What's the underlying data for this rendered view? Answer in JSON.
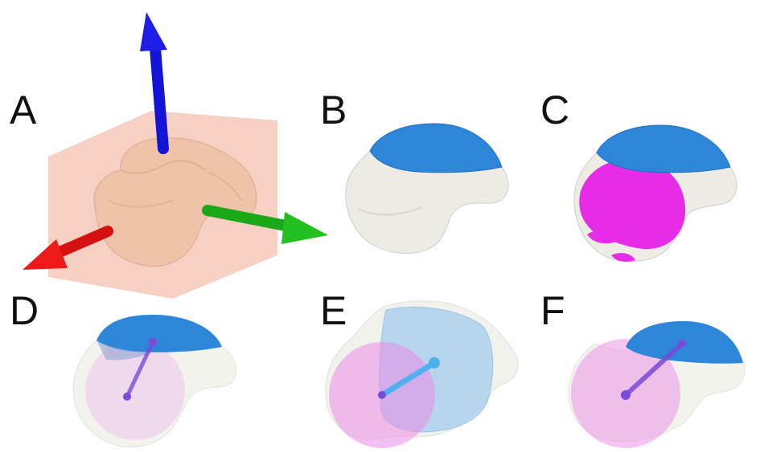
{
  "panels": [
    {
      "id": "A",
      "label": "A"
    },
    {
      "id": "B",
      "label": "B"
    },
    {
      "id": "C",
      "label": "C"
    },
    {
      "id": "D",
      "label": "D"
    },
    {
      "id": "E",
      "label": "E"
    },
    {
      "id": "F",
      "label": "F"
    }
  ],
  "colors": {
    "bone_peach": "#efc3aa",
    "bone_white": "#ecece4",
    "articular_blue": "#2e86d8",
    "sphere_magenta": "#e62ce6",
    "sphere_pink": "#e98ce8",
    "axis_red": "#e01010",
    "axis_green": "#1aa818",
    "axis_blue": "#1414d8",
    "plane_salmon": "#f4c0b0",
    "box_lightblue": "#a9cfee",
    "axis_line_purple": "#7a4bd8"
  },
  "icons": [
    "red-arrow-axis",
    "green-arrow-axis",
    "blue-arrow-axis"
  ]
}
